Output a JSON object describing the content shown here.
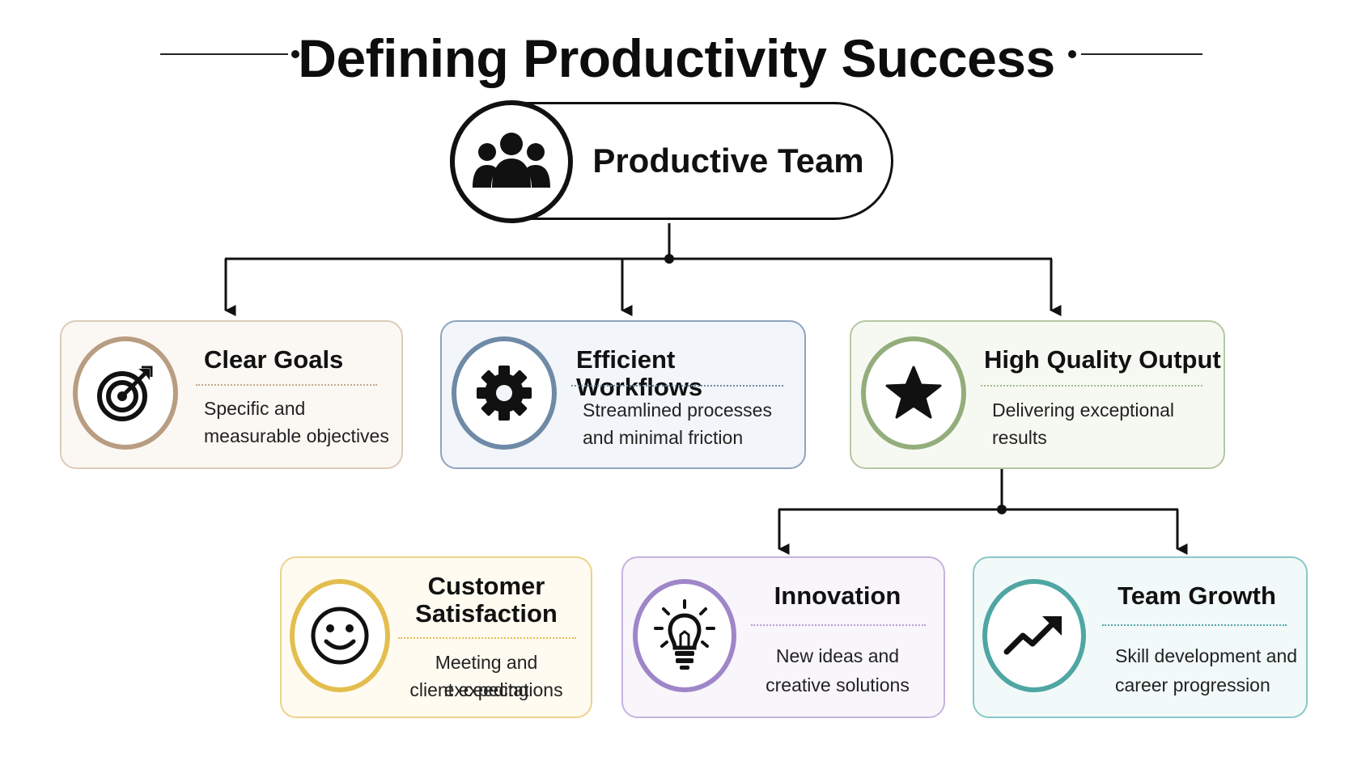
{
  "title": "Defining Productivity Success",
  "root": {
    "label": "Productive Team",
    "icon": "team-icon"
  },
  "cards": {
    "clear_goals": {
      "title": "Clear Goals",
      "desc_line1": "Specific and",
      "desc_line2": "measurable objectives",
      "icon": "target-icon",
      "accent": "#b89d82"
    },
    "efficient_workflows": {
      "title": "Efficient Workflows",
      "desc_line1": "Streamlined processes",
      "desc_line2": "and minimal friction",
      "icon": "gear-icon",
      "accent": "#6f8aa6"
    },
    "high_quality_output": {
      "title": "High Quality Output",
      "desc_line1": "Delivering exceptional",
      "desc_line2": "results",
      "icon": "star-icon",
      "accent": "#93ad7c"
    },
    "customer_satisfaction": {
      "title_line1": "Customer",
      "title_line2": "Satisfaction",
      "desc_line1": "Meeting and exceeding",
      "desc_line2": "client expectations",
      "icon": "smiley-icon",
      "accent": "#e3be4f"
    },
    "innovation": {
      "title": "Innovation",
      "desc_line1": "New ideas and",
      "desc_line2": "creative solutions",
      "icon": "lightbulb-icon",
      "accent": "#9f86c8"
    },
    "team_growth": {
      "title": "Team Growth",
      "desc_line1": "Skill development and",
      "desc_line2": "career progression",
      "icon": "trend-up-icon",
      "accent": "#4fa6a3"
    }
  }
}
